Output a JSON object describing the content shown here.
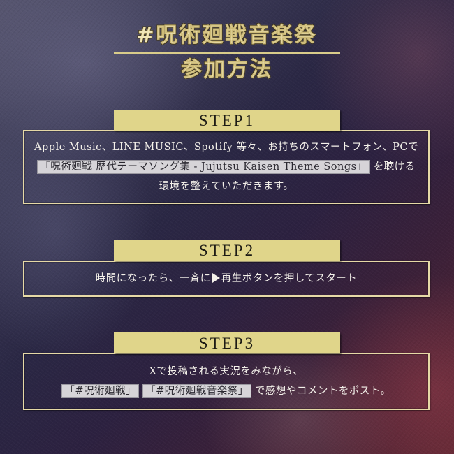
{
  "header": {
    "title_line1": "#呪術廻戦音楽祭",
    "title_line2": "参加方法"
  },
  "colors": {
    "tab_background": "#e0d58a",
    "frame_border": "#e6d9a6",
    "title_gold": "#f0e6b8",
    "highlight_background": "#d6d4d8"
  },
  "steps": [
    {
      "label": "STEP1",
      "lines": [
        {
          "text": "Apple Music、LINE MUSIC、Spotify 等々、お持ちのスマートフォン、PCで"
        },
        {
          "highlight": "「呪術廻戦 歴代テーマソング集 - Jujutsu Kaisen Theme Songs」",
          "text_after": "を聴ける"
        },
        {
          "text": "環境を整えていただきます。"
        }
      ]
    },
    {
      "label": "STEP2",
      "lines": [
        {
          "text_before": "時間になったら、一斉に",
          "icon": "play-icon",
          "text_after": "再生ボタンを押してスタート"
        }
      ]
    },
    {
      "label": "STEP3",
      "lines": [
        {
          "text": "Xで投稿される実況をみながら、"
        },
        {
          "highlight1": "「#呪術廻戦」",
          "highlight2": "「#呪術廻戦音楽祭」",
          "text_after": "で感想やコメントをポスト。"
        }
      ]
    }
  ]
}
